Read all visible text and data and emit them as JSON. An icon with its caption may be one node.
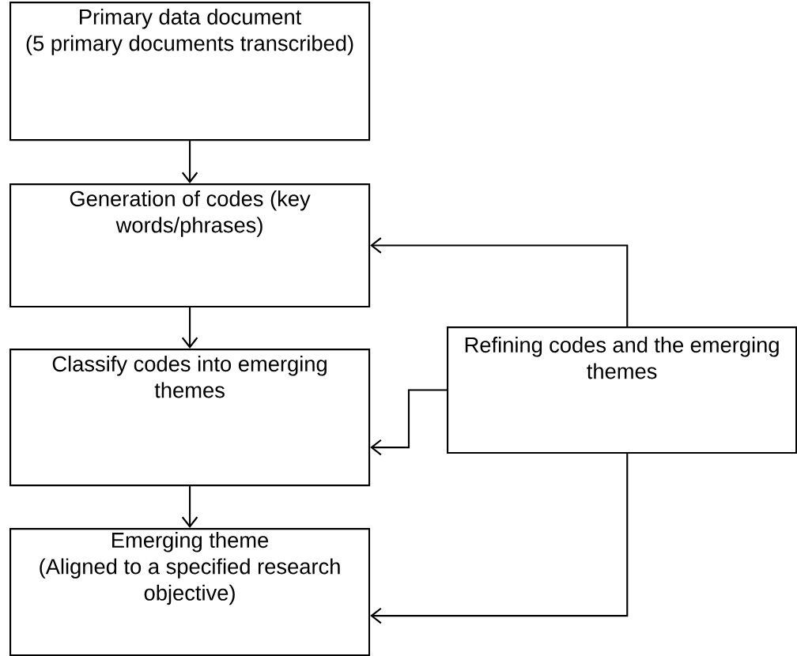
{
  "diagram": {
    "nodes": [
      {
        "text": [
          "Primary data document",
          "(5 primary documents transcribed)"
        ]
      },
      {
        "text": [
          "Generation of codes (key words/phrases)"
        ]
      },
      {
        "text": [
          "Classify codes into emerging themes"
        ]
      },
      {
        "text": [
          "Emerging theme",
          "(Aligned to a specified research objective)"
        ]
      },
      {
        "text": [
          "Refining codes and the emerging themes"
        ]
      }
    ],
    "edges": [
      {
        "from": 0,
        "to": 1,
        "arrow": "to"
      },
      {
        "from": 1,
        "to": 2,
        "arrow": "to"
      },
      {
        "from": 2,
        "to": 3,
        "arrow": "to"
      },
      {
        "from": 4,
        "to": 1,
        "arrow": "to"
      },
      {
        "from": 4,
        "to": 2,
        "arrow": "to"
      },
      {
        "from": 4,
        "to": 3,
        "arrow": "to"
      }
    ]
  }
}
